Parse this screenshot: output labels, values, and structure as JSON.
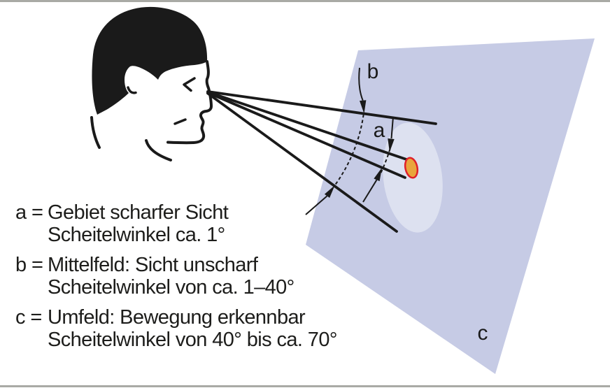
{
  "figure": {
    "type": "field-of-vision-diagram",
    "language": "de"
  },
  "colors": {
    "background": "#ffffff",
    "plane": "#c6cbe5",
    "mittelfeld": "#dde1f0",
    "focus_fill": "#e9a53c",
    "focus_stroke": "#e0202a",
    "ink": "#1a1a1a",
    "frame": "#a9aaa5",
    "text": "#1d1d1b"
  },
  "diagram": {
    "label_a": "a",
    "label_b": "b",
    "label_c": "c"
  },
  "legend": {
    "items": [
      {
        "label": "a =",
        "text": "Gebiet scharfer Sicht",
        "sub": "Scheitelwinkel ca. 1°"
      },
      {
        "label": "b =",
        "text": "Mittelfeld: Sicht unscharf",
        "sub": "Scheitelwinkel von ca. 1–40°"
      },
      {
        "label": "c =",
        "text": "Umfeld: Bewegung erkennbar",
        "sub": "Scheitelwinkel von 40° bis ca. 70°"
      }
    ]
  }
}
